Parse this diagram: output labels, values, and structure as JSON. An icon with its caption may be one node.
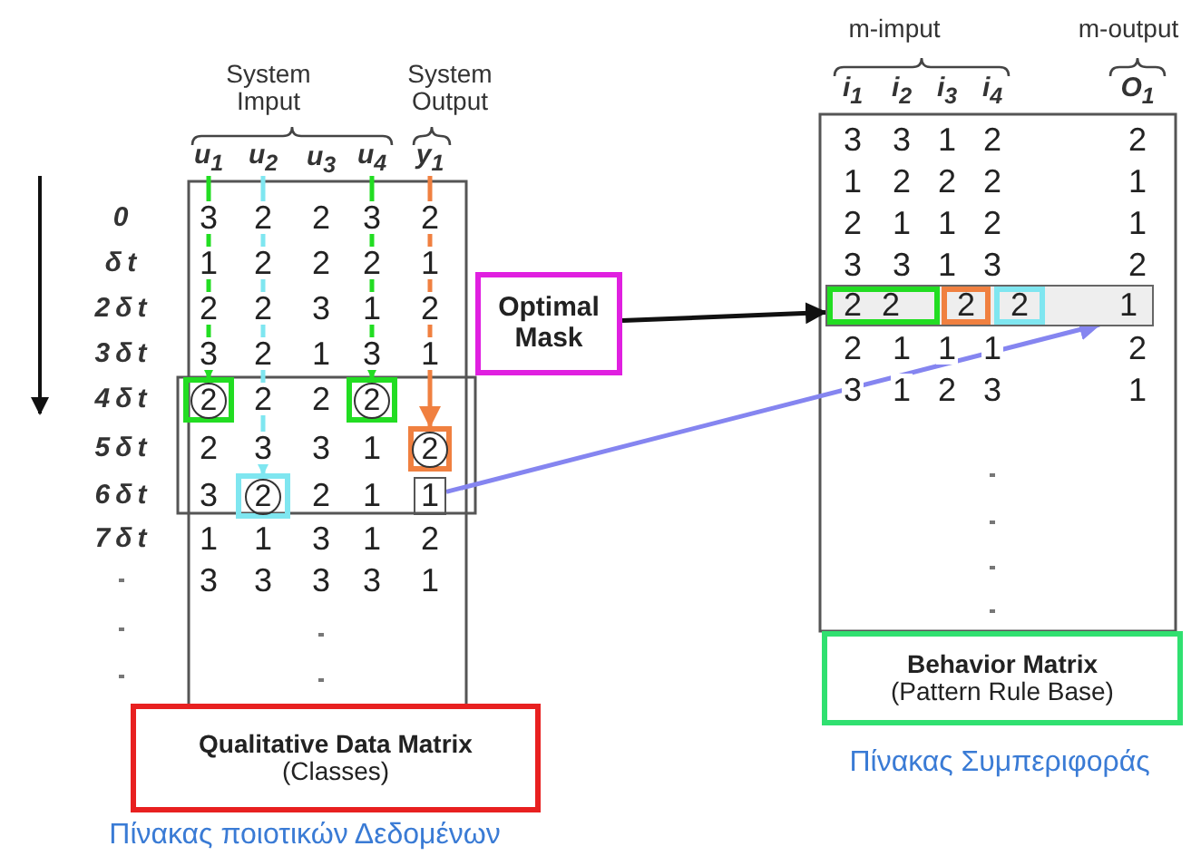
{
  "diagram": {
    "nodes": [
      {
        "text": [
          "u$_{1}$"
        ]
      },
      {
        "text": [
          "u$_{2}$"
        ]
      },
      {
        "text": [
          "u$_{4}$"
        ]
      },
      {
        "text": [
          "y$_{1}$"
        ]
      },
      {
        "text": [
          "2"
        ]
      },
      {
        "text": [
          "2"
        ]
      },
      {
        "text": [
          "2"
        ]
      },
      {
        "text": [
          "2"
        ]
      },
      {
        "text": [
          "1"
        ]
      },
      {
        "text": [
          "Optimal Mask"
        ]
      },
      {
        "text": [
          "Qualitative Data Matrix",
          "(Classes)"
        ],
        "beside": [
          "Πίνακας ποιοτικών Δεδομένων"
        ]
      },
      {
        "text": [],
        "shape": "box"
      },
      {
        "text": [
          "2",
          "2"
        ],
        "in": 11
      },
      {
        "text": [
          "2"
        ],
        "in": 11
      },
      {
        "text": [
          "2"
        ],
        "in": 11
      },
      {
        "text": [
          "1"
        ],
        "in": 11
      },
      {
        "text": [
          "Behavior Matrix",
          "(Pattern Rule Base)"
        ],
        "beside": [
          "Πίνακας Συμπεριφοράς"
        ]
      }
    ],
    "edges": [
      {
        "from": 0,
        "to": 4,
        "arrow": "to",
        "color": "#22dd22"
      },
      {
        "from": 2,
        "to": 5,
        "arrow": "to",
        "color": "#22dd22"
      },
      {
        "from": 1,
        "to": 7,
        "arrow": "to",
        "color": "#7fe6f0"
      },
      {
        "from": 3,
        "to": 6,
        "arrow": "to",
        "color": "#f08040"
      },
      {
        "from": 9,
        "to": 11,
        "arrow": "to",
        "color": "#111111"
      },
      {
        "from": 8,
        "to": 15,
        "arrow": "to",
        "color": "#8585f0"
      }
    ],
    "labels": [
      "System Imput",
      "System Output",
      "m-imput",
      "m-output",
      "u$_{3}$",
      "i$_{1}$",
      "i$_{2}$",
      "i$_{3}$",
      "i$_{4}$",
      "O$_{1}$",
      "0",
      "3",
      "2",
      "2",
      "3",
      "2",
      "δt",
      "1",
      "2",
      "2",
      "2",
      "1",
      "2δt",
      "2",
      "2",
      "3",
      "1",
      "2",
      "3δt",
      "3",
      "2",
      "1",
      "3",
      "1",
      "4δt",
      "2",
      "2",
      "5δt",
      "2",
      "3",
      "3",
      "1",
      "6δt",
      "3",
      "2",
      "1",
      "7δt",
      "1",
      "1",
      "3",
      "1",
      "2",
      "3",
      "3",
      "3",
      "3",
      "1",
      "3",
      "3",
      "1",
      "2",
      "2",
      "1",
      "2",
      "2",
      "2",
      "1",
      "2",
      "1",
      "1",
      "2",
      "1",
      "3",
      "3",
      "1",
      "3",
      "2",
      "2",
      "1",
      "1",
      "1",
      "2",
      "3",
      "1",
      "2",
      "3",
      "1"
    ]
  }
}
